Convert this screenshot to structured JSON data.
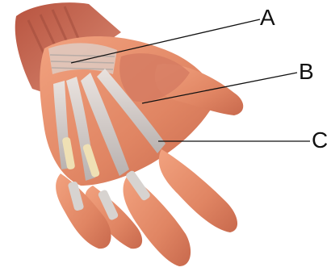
{
  "labels": {
    "a": "A",
    "b": "B",
    "c": "C"
  },
  "colors": {
    "skin": "#e58b6a",
    "muscle": "#c96a55",
    "tendon": "#d8d0cc",
    "bone": "#efe0b4",
    "leader_line": "#111111"
  }
}
